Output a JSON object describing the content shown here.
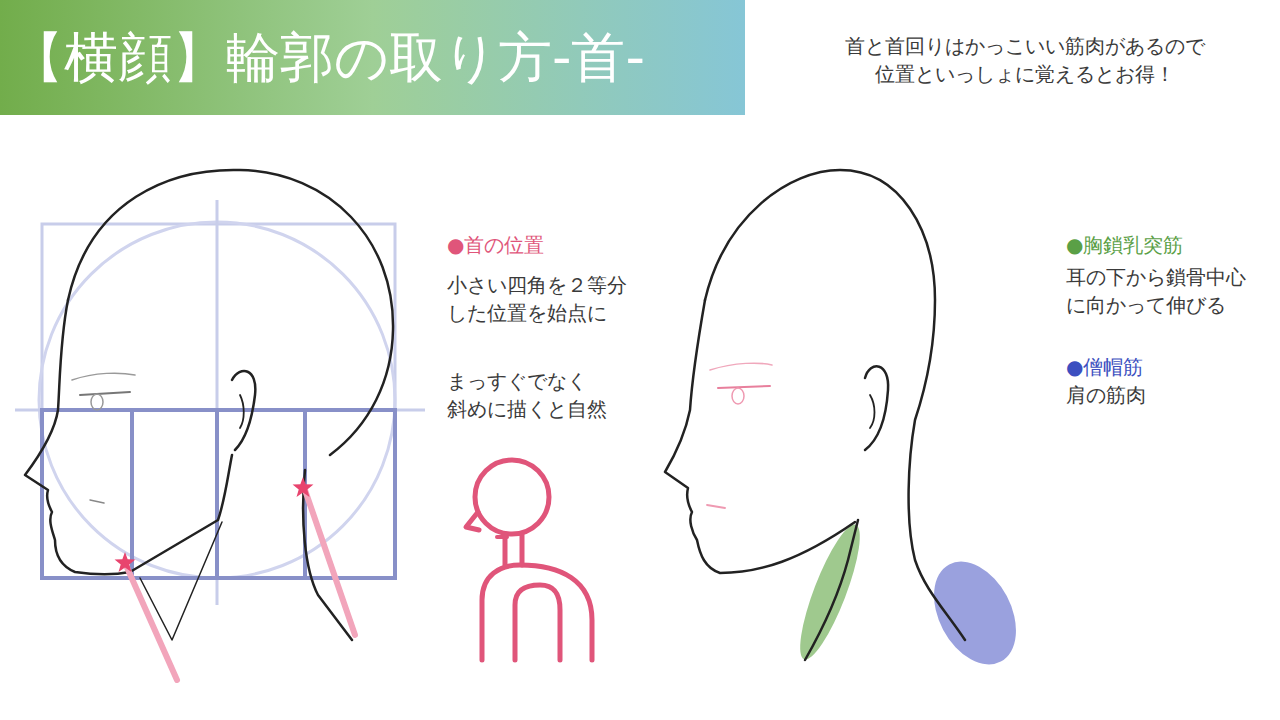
{
  "diagram": {
    "title": "【横顔】輪郭の取り方-首-",
    "labels": [
      "首と首回りはかっこいい筋肉があるので 位置といっしょに覚えるとお得！",
      "●首の位置",
      "小さい四角を２等分 した位置を始点に",
      "まっすぐでなく 斜めに描くと自然",
      "●胸鎖乳突筋",
      "耳の下から鎖骨中心 に向かって伸びる",
      "●僧帽筋",
      "肩の筋肉"
    ]
  }
}
